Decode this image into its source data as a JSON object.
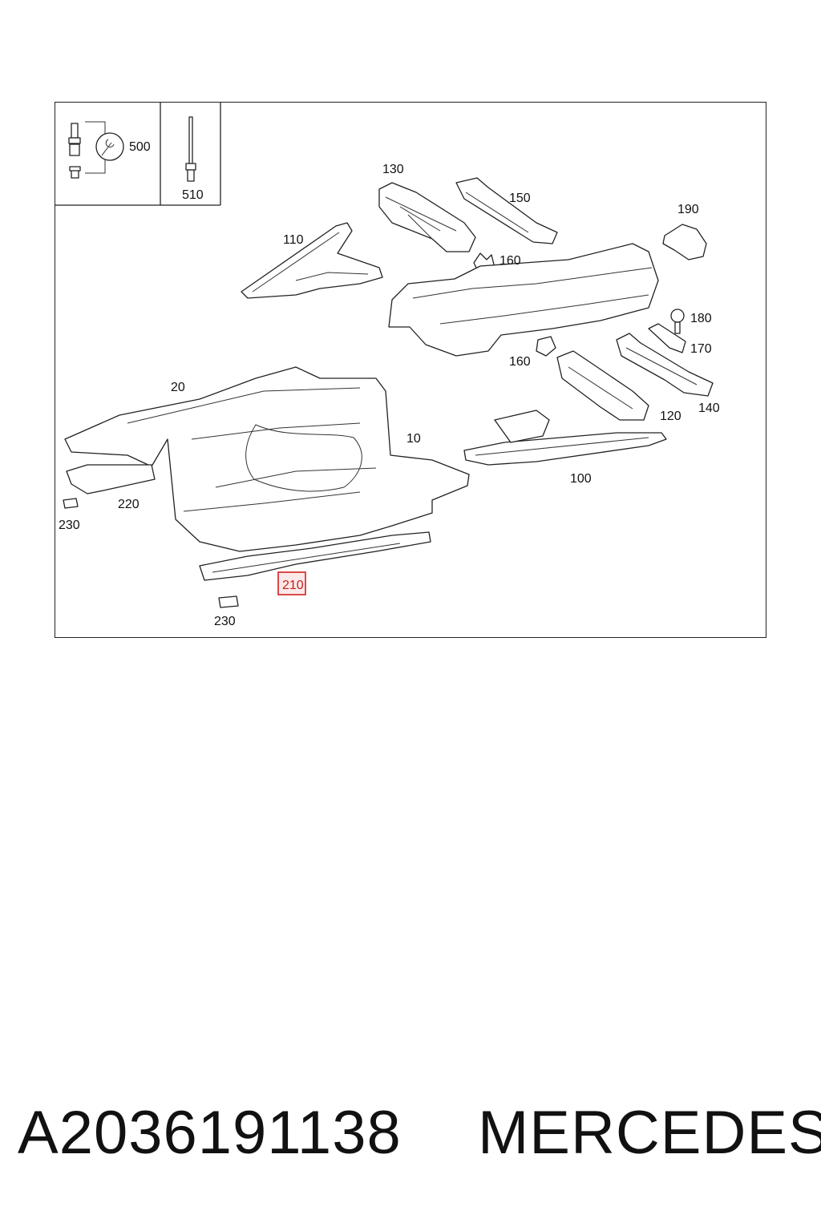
{
  "diagram": {
    "callouts": {
      "c500": "500",
      "c510": "510",
      "c130": "130",
      "c150": "150",
      "c190": "190",
      "c110": "110",
      "c160a": "160",
      "c180": "180",
      "c170": "170",
      "c160b": "160",
      "c140": "140",
      "c120": "120",
      "c20": "20",
      "c10": "10",
      "c100": "100",
      "c220": "220",
      "c230a": "230",
      "c210": "210",
      "c230b": "230"
    },
    "highlighted_callout": "210",
    "highlight_color": "#d42020"
  },
  "footer": {
    "part_number": "A2036191138",
    "brand": "MERCEDES"
  }
}
